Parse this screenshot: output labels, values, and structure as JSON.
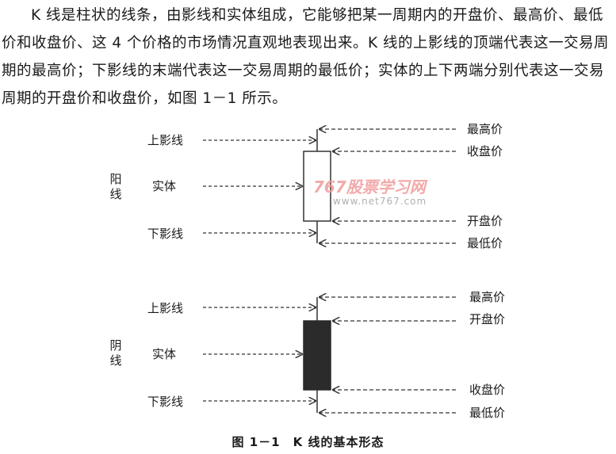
{
  "paragraph": "K 线是柱状的线条，由影线和实体组成，它能够把某一周期内的开盘价、最高价、最低价和收盘价、这 4 个价格的市场情况直观地表现出来。K 线的上影线的顶端代表这一交易周期的最高价；下影线的末端代表这一交易周期的最低价；实体的上下两端分别代表这一交易周期的开盘价和收盘价，如图 1－1 所示。",
  "yang": {
    "side_label": [
      "阳",
      "线"
    ],
    "upper_shadow": "上影线",
    "body": "实体",
    "lower_shadow": "下影线",
    "right": [
      "最高价",
      "收盘价",
      "开盘价",
      "最低价"
    ],
    "body_color": "#ffffff"
  },
  "yin": {
    "side_label": [
      "阴",
      "线"
    ],
    "upper_shadow": "上影线",
    "body": "实体",
    "lower_shadow": "下影线",
    "right": [
      "最高价",
      "开盘价",
      "收盘价",
      "最低价"
    ],
    "body_color": "#2b2b2b"
  },
  "watermark": {
    "text": "767股票学习网",
    "url": "www.net767.com",
    "color": "#f29b9b"
  },
  "caption": "图 1－1　K 线的基本形态"
}
